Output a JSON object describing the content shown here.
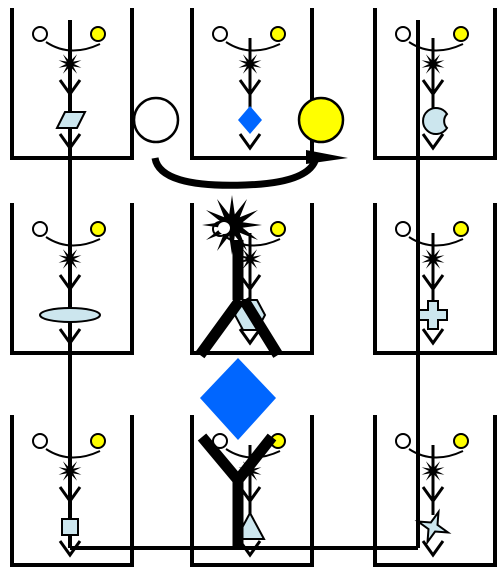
{
  "colors": {
    "stroke": "#000000",
    "background": "#ffffff",
    "yellow": "#ffff00",
    "blue": "#0066ff",
    "light_blue": "#cce6ee"
  },
  "grid": {
    "rows": 3,
    "cols": 3,
    "cells": [
      {
        "id": "r1c1",
        "shape": "parallelogram"
      },
      {
        "id": "r1c2",
        "shape": "diamond"
      },
      {
        "id": "r1c3",
        "shape": "crescent"
      },
      {
        "id": "r2c1",
        "shape": "ellipse"
      },
      {
        "id": "r2c2",
        "shape": "hexagon"
      },
      {
        "id": "r2c3",
        "shape": "cross"
      },
      {
        "id": "r3c1",
        "shape": "square"
      },
      {
        "id": "r3c2",
        "shape": "triangle"
      },
      {
        "id": "r3c3",
        "shape": "star"
      }
    ]
  },
  "icons": {
    "open_circle": "open-circle-icon",
    "yellow_circle": "yellow-circle-icon",
    "burst": "starburst-icon",
    "receptor": "y-receptor-icon",
    "connector": "u-connector-arrow-icon",
    "big_diamond": "large-blue-diamond-icon"
  }
}
